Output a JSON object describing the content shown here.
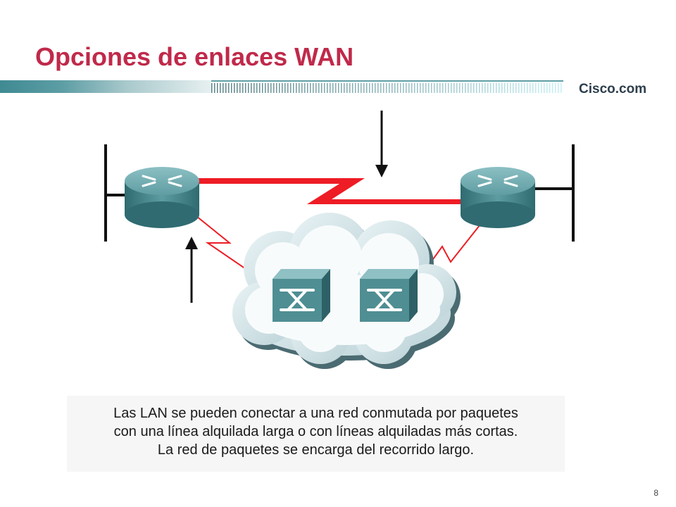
{
  "slide": {
    "title": "Opciones de enlaces WAN",
    "brand": "Cisco.com",
    "page_number": "8"
  },
  "colors": {
    "title": "#c0294a",
    "band_teal": "#3f8a93",
    "serial_link": "#ee1c25",
    "device_teal": "#4f8e93"
  },
  "diagram": {
    "nodes": [
      "router-left",
      "router-right",
      "switch-left",
      "switch-right",
      "packet-network-cloud"
    ],
    "links": [
      "leased-line-long",
      "leased-line-short-left",
      "leased-line-short-right"
    ]
  },
  "caption": {
    "line1": "Las LAN se pueden conectar a una red conmutada por paquetes",
    "line2": "con una línea alquilada larga o con líneas alquiladas más cortas.",
    "line3": "La red de paquetes se encarga del recorrido largo."
  }
}
